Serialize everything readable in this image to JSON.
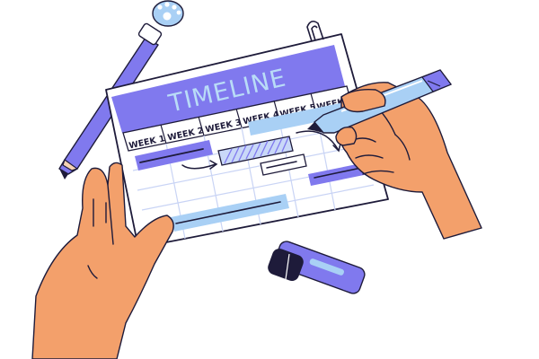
{
  "timeline": {
    "title": "TIMELINE",
    "weeks": [
      "WEEK 1",
      "WEEK 2",
      "WEEK 3",
      "WEEK 4",
      "WEEK 5",
      "WEEK 6"
    ]
  },
  "colors": {
    "primary_purple": "#8079ee",
    "light_blue": "#a9d0f5",
    "title_text": "#b9dcf7",
    "outline": "#1e1b3a",
    "skin": "#f3a06b",
    "paper": "#ffffff",
    "grid": "#c9d4f5"
  },
  "icons": {
    "pencil": "cat-paw-pencil-icon",
    "pen": "blue-pen-icon",
    "marker": "marker-icon"
  }
}
